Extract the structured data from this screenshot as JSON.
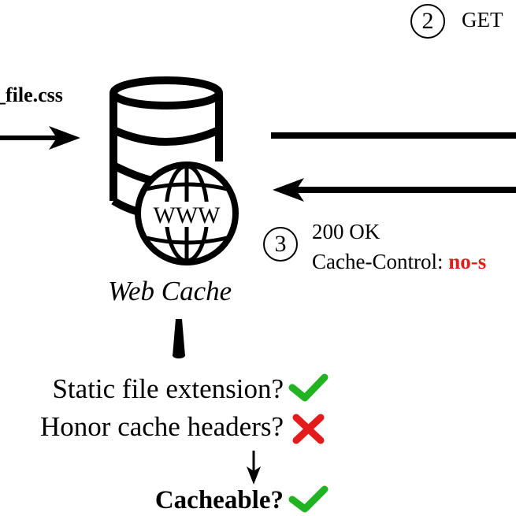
{
  "request": {
    "file_label": "_file.css"
  },
  "origin_request": {
    "step": "2",
    "label": "GET"
  },
  "origin_response": {
    "step": "3",
    "status": "200 OK",
    "header_name": "Cache-Control: ",
    "header_value": "no-s"
  },
  "cache_node": {
    "label": "Web Cache",
    "globe_text": "WWW"
  },
  "checks": [
    {
      "text": "Static file extension?",
      "result": "check"
    },
    {
      "text": "Honor cache headers?",
      "result": "cross"
    }
  ],
  "conclusion": {
    "text": "Cacheable?",
    "result": "check"
  },
  "colors": {
    "check": "#22b322",
    "cross": "#e31b1b",
    "highlight": "#e31b1b"
  }
}
